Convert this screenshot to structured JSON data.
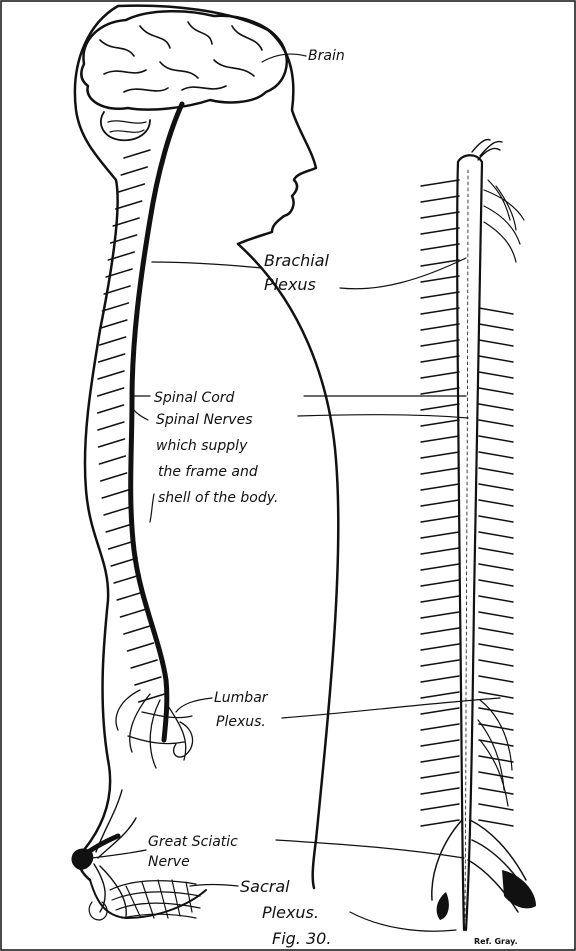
{
  "labels": {
    "brain": "Brain",
    "brachial_line1": "Brachial",
    "brachial_line2": "Plexus",
    "spinal_cord": "Spinal Cord",
    "spinal_nerves": "Spinal Nerves",
    "supply_line1": "which supply",
    "supply_line2": "the frame and",
    "supply_line3": "shell of the body.",
    "lumbar_line1": "Lumbar",
    "lumbar_line2": "Plexus.",
    "sciatic_line1": "Great Sciatic",
    "sciatic_line2": "Nerve",
    "sacral_line1": "Sacral",
    "sacral_line2": "Plexus.",
    "figure_number": "Fig. 30.",
    "credit": "Ref. Gray."
  },
  "colors": {
    "ink": "#111111",
    "paper": "#ffffff"
  }
}
